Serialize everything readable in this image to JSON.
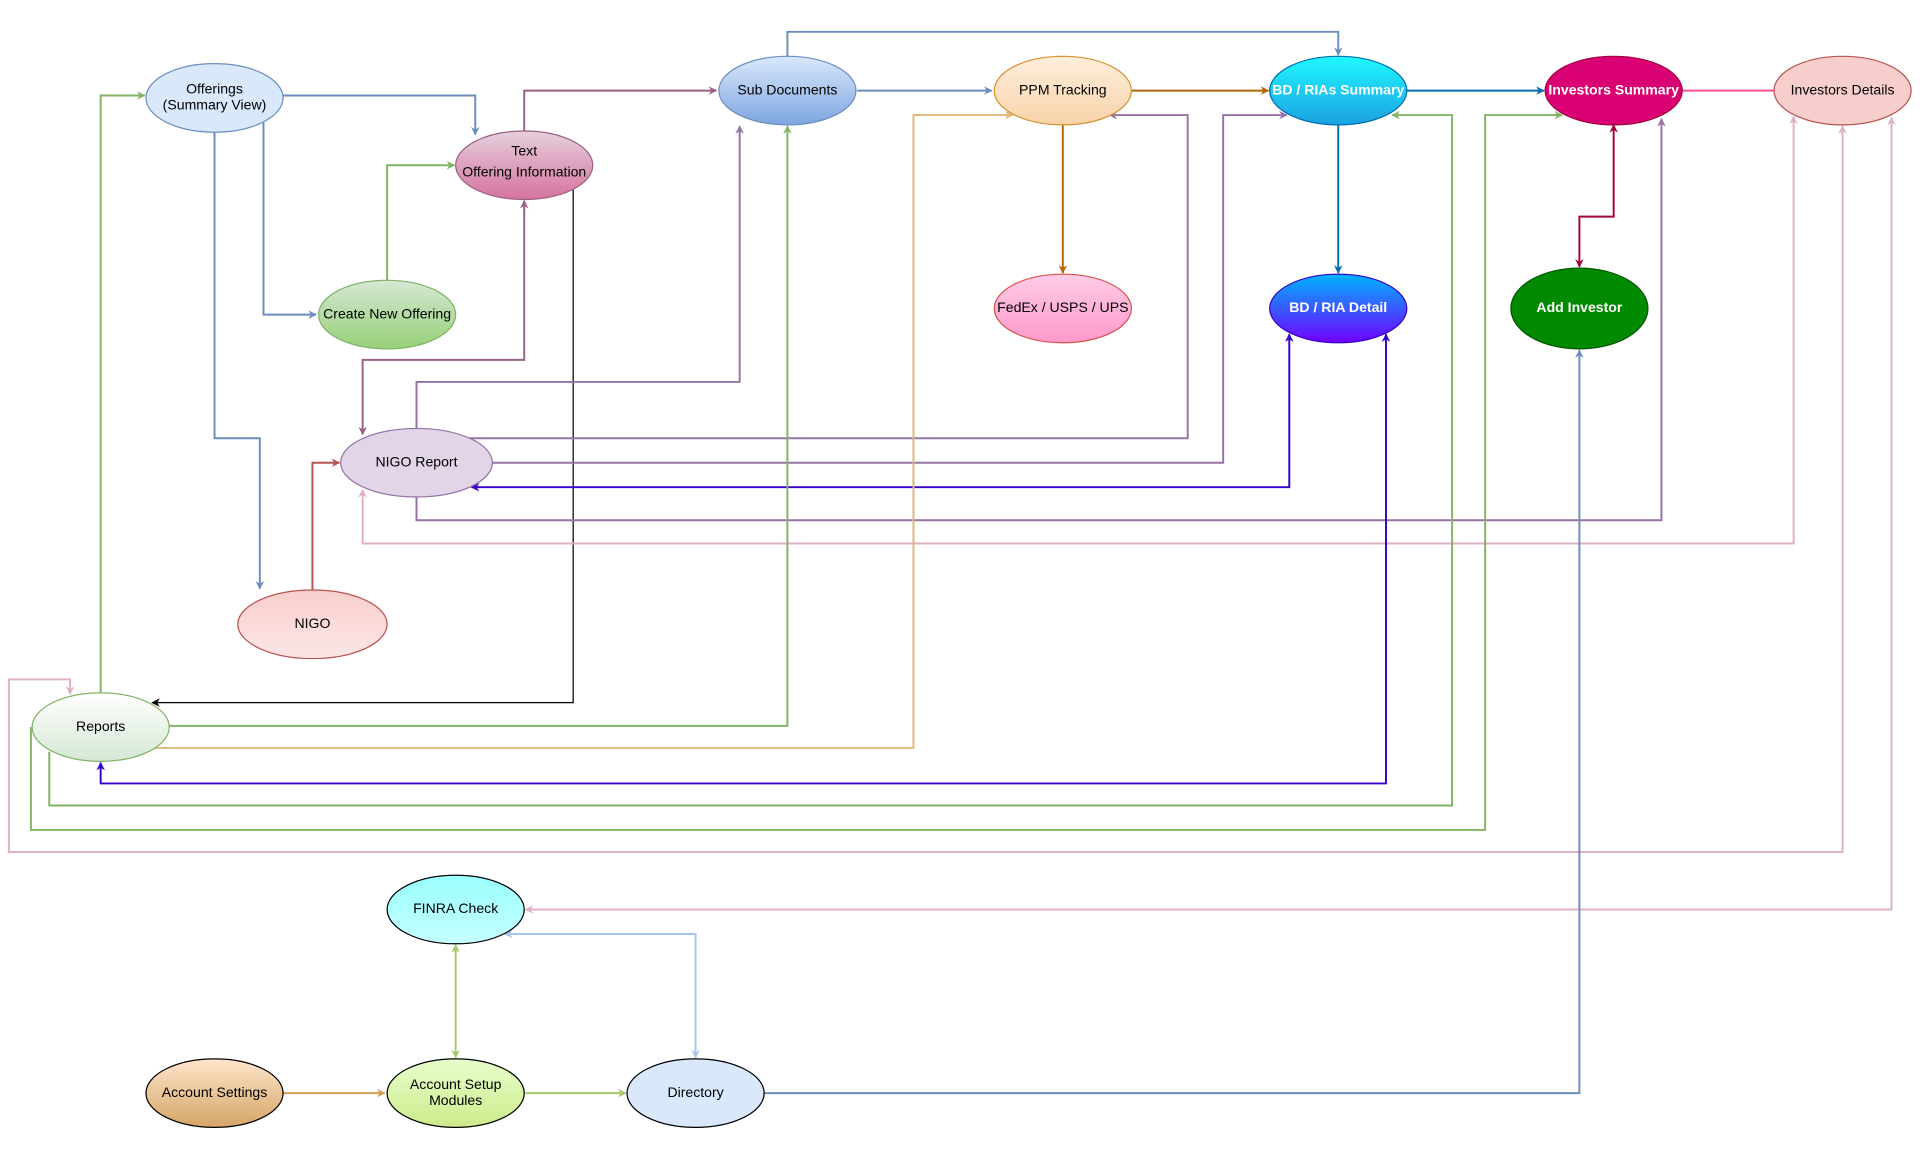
{
  "nodes": [
    {
      "id": "offerings",
      "label": [
        "Offerings",
        "(Summary View)"
      ],
      "fill": [
        "#dae8fc",
        "#dae8fc"
      ],
      "stroke": "#6c8ebf",
      "text": "#000000"
    },
    {
      "id": "offering-information",
      "label": [
        "Offering Information"
      ],
      "extra_label": "Text",
      "fill": [
        "#e6d0de",
        "#d5739d"
      ],
      "stroke": "#996185",
      "text": "#000000"
    },
    {
      "id": "sub-documents",
      "label": [
        "Sub Documents"
      ],
      "fill": [
        "#dae8fc",
        "#7ea6e0"
      ],
      "stroke": "#6c8ebf",
      "text": "#000000"
    },
    {
      "id": "ppm-tracking",
      "label": [
        "PPM Tracking"
      ],
      "fill": [
        "#ffeedd",
        "#f7d4aa"
      ],
      "stroke": "#d6912f",
      "text": "#000000"
    },
    {
      "id": "bd-rias-summary",
      "label": [
        "BD / RIAs Summary"
      ],
      "fill": [
        "#1ff8ff",
        "#1ba1e2"
      ],
      "stroke": "#006eaf",
      "text": "#ffffff"
    },
    {
      "id": "investors-summary",
      "label": [
        "Investors Summary"
      ],
      "fill": [
        "#d80073",
        "#d80073"
      ],
      "stroke": "#a50040",
      "text": "#ffffff"
    },
    {
      "id": "investors-details",
      "label": [
        "Investors Details"
      ],
      "fill": [
        "#f8cecc",
        "#f8cecc"
      ],
      "stroke": "#b85450",
      "text": "#000000"
    },
    {
      "id": "create-new-offering",
      "label": [
        "Create New Offering"
      ],
      "fill": [
        "#d5e8d4",
        "#97d077"
      ],
      "stroke": "#82b366",
      "text": "#000000"
    },
    {
      "id": "fedex-usps-ups",
      "label": [
        "FedEx / USPS / UPS"
      ],
      "fill": [
        "#ffcce6",
        "#ff99cc"
      ],
      "stroke": "#d9534f",
      "text": "#000000"
    },
    {
      "id": "bd-ria-detail",
      "label": [
        "BD / RIA Detail"
      ],
      "fill": [
        "#00b4ff",
        "#7000ff"
      ],
      "stroke": "#3700cc",
      "text": "#ffffff"
    },
    {
      "id": "add-investor",
      "label": [
        "Add Investor"
      ],
      "fill": [
        "#008a00",
        "#008a00"
      ],
      "stroke": "#005700",
      "text": "#ffffff"
    },
    {
      "id": "nigo-report",
      "label": [
        "NIGO Report"
      ],
      "fill": [
        "#e1d5e7",
        "#e1d5e7"
      ],
      "stroke": "#9673a6",
      "text": "#000000"
    },
    {
      "id": "nigo",
      "label": [
        "NIGO"
      ],
      "fill": [
        "#f8cecc",
        "#fbe6e6"
      ],
      "stroke": "#b85450",
      "text": "#000000"
    },
    {
      "id": "reports",
      "label": [
        "Reports"
      ],
      "fill": [
        "#ffffff",
        "#d5e8d4"
      ],
      "stroke": "#82b366",
      "text": "#000000"
    },
    {
      "id": "finra-check",
      "label": [
        "FINRA Check"
      ],
      "fill": [
        "#99ffff",
        "#c6ffff"
      ],
      "stroke": "#000000",
      "text": "#000000"
    },
    {
      "id": "account-settings",
      "label": [
        "Account Settings"
      ],
      "fill": [
        "#ffe6cc",
        "#d5a566"
      ],
      "stroke": "#000000",
      "text": "#000000"
    },
    {
      "id": "account-setup-modules",
      "label": [
        "Account Setup",
        "Modules"
      ],
      "fill": [
        "#e6ffcc",
        "#cdeb8b"
      ],
      "stroke": "#000000",
      "text": "#000000"
    },
    {
      "id": "directory",
      "label": [
        "Directory"
      ],
      "fill": [
        "#dae8fc",
        "#dae8fc"
      ],
      "stroke": "#000000",
      "text": "#000000"
    }
  ],
  "edges": [
    {
      "from": "offerings",
      "to": "offering-information",
      "color": "#6c8ebf"
    },
    {
      "from": "offerings",
      "to": "create-new-offering",
      "color": "#6c8ebf"
    },
    {
      "from": "offerings",
      "to": "nigo",
      "color": "#6c8ebf"
    },
    {
      "from": "create-new-offering",
      "to": "offering-information",
      "color": "#82b366"
    },
    {
      "from": "offering-information",
      "to": "sub-documents",
      "color": "#996185"
    },
    {
      "from": "offering-information",
      "to": "nigo-report",
      "color": "#996185",
      "bidirectional": true
    },
    {
      "from": "offering-information",
      "to": "reports",
      "color": "#000000",
      "bidirectional": true
    },
    {
      "from": "sub-documents",
      "to": "ppm-tracking",
      "color": "#6c8ebf"
    },
    {
      "from": "sub-documents",
      "to": "bd-rias-summary",
      "color": "#6c8ebf"
    },
    {
      "from": "nigo-report",
      "to": "sub-documents",
      "color": "#9673a6"
    },
    {
      "from": "nigo-report",
      "to": "ppm-tracking",
      "color": "#9673a6"
    },
    {
      "from": "nigo-report",
      "to": "bd-rias-summary",
      "color": "#9673a6"
    },
    {
      "from": "nigo-report",
      "to": "bd-ria-detail",
      "color": "#3700cc",
      "bidirectional": true
    },
    {
      "from": "nigo-report",
      "to": "investors-summary",
      "color": "#9673a6"
    },
    {
      "from": "nigo-report",
      "to": "investors-details",
      "color": "#e0b0c8",
      "bidirectional": true
    },
    {
      "from": "nigo",
      "to": "nigo-report",
      "color": "#b85450"
    },
    {
      "from": "ppm-tracking",
      "to": "bd-rias-summary",
      "color": "#b46504"
    },
    {
      "from": "ppm-tracking",
      "to": "fedex-usps-ups",
      "color": "#b46504"
    },
    {
      "from": "bd-rias-summary",
      "to": "investors-summary",
      "color": "#006eaf"
    },
    {
      "from": "bd-rias-summary",
      "to": "bd-ria-detail",
      "color": "#006eaf"
    },
    {
      "from": "investors-summary",
      "to": "investors-details",
      "color": "#ff4d94",
      "no_arrow": true
    },
    {
      "from": "investors-summary",
      "to": "add-investor",
      "color": "#a50040",
      "bidirectional": true
    },
    {
      "from": "reports",
      "to": "offerings",
      "color": "#82b366"
    },
    {
      "from": "reports",
      "to": "sub-documents",
      "color": "#82b366"
    },
    {
      "from": "reports",
      "to": "ppm-tracking",
      "color": "#e0b878"
    },
    {
      "from": "reports",
      "to": "bd-ria-detail",
      "color": "#3700cc",
      "bidirectional": true
    },
    {
      "from": "reports",
      "to": "bd-rias-summary",
      "color": "#82b366"
    },
    {
      "from": "reports",
      "to": "investors-summary",
      "color": "#82b366"
    },
    {
      "from": "investors-details",
      "to": "reports",
      "color": "#e0b0c8",
      "bidirectional": true
    },
    {
      "from": "investors-details",
      "to": "finra-check",
      "color": "#e0b0c8",
      "bidirectional": true
    },
    {
      "from": "finra-check",
      "to": "account-setup-modules",
      "color": "#a6c96a",
      "bidirectional": true
    },
    {
      "from": "finra-check",
      "to": "directory",
      "color": "#a9c4eb",
      "bidirectional": true
    },
    {
      "from": "account-settings",
      "to": "account-setup-modules",
      "color": "#d6a050"
    },
    {
      "from": "account-setup-modules",
      "to": "directory",
      "color": "#a6c96a"
    },
    {
      "from": "directory",
      "to": "add-investor",
      "color": "#6c8ebf"
    }
  ]
}
